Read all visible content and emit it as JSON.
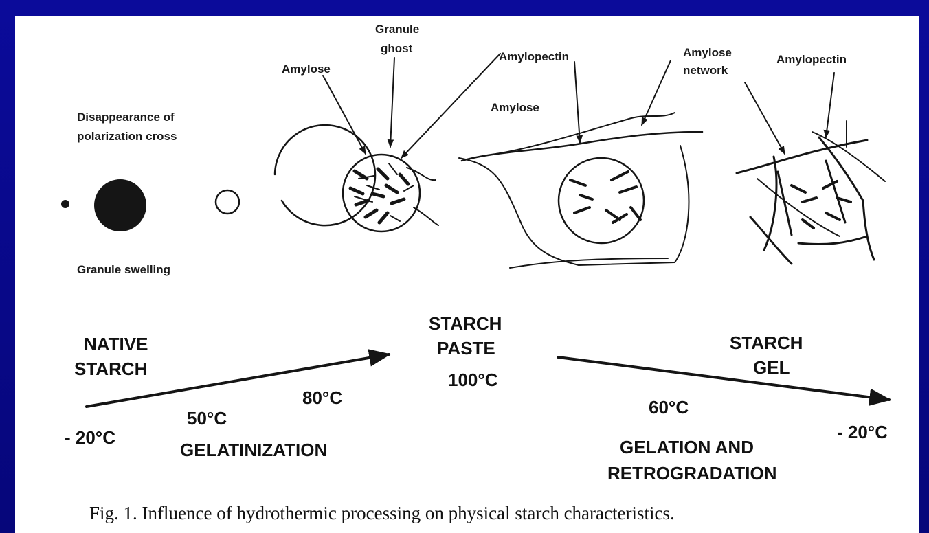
{
  "labels": {
    "disappearance_line1": "Disappearance of",
    "disappearance_line2": "polarization cross",
    "granule_swelling": "Granule swelling",
    "granule_ghost_line1": "Granule",
    "granule_ghost_line2": "ghost",
    "amylose_1": "Amylose",
    "amylopectin_1": "Amylopectin",
    "amylose_2": "Amylose",
    "amylose_network_line1": "Amylose",
    "amylose_network_line2": "network",
    "amylopectin_2": "Amylopectin"
  },
  "stages": {
    "native_line1": "NATIVE",
    "native_line2": "STARCH",
    "paste_line1": "STARCH",
    "paste_line2": "PASTE",
    "paste_temp": "100°C",
    "gel_line1": "STARCH",
    "gel_line2": "GEL"
  },
  "temperatures": {
    "start": "- 20°C",
    "t50": "50°C",
    "t80": "80°C",
    "t60": "60°C",
    "end": "- 20°C"
  },
  "processes": {
    "gelatinization": "GELATINIZATION",
    "gelation_line1": "GELATION AND",
    "gelation_line2": "RETROGRADATION"
  },
  "caption": "Fig. 1. Influence of hydrothermic processing on physical starch characteristics.",
  "colors": {
    "frame": "#0b0b9a",
    "panel": "#ffffff",
    "ink": "#151515"
  }
}
